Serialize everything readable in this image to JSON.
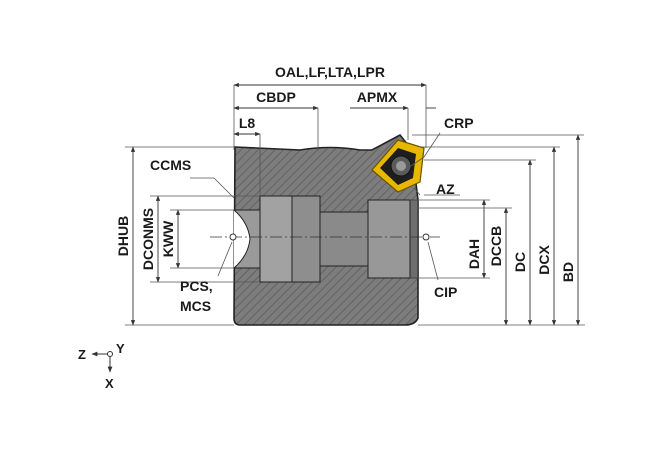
{
  "labels": {
    "oal": "OAL,LF,LTA,LPR",
    "cbdp": "CBDP",
    "apmx": "APMX",
    "l8": "L8",
    "crp": "CRP",
    "ccms": "CCMS",
    "az": "AZ",
    "dhub": "DHUB",
    "dconms": "DCONMS",
    "kww": "KWW",
    "dah": "DAH",
    "dccb": "DCCB",
    "dc": "DC",
    "dcx": "DCX",
    "bd": "BD",
    "pcs": "PCS,",
    "mcs": "MCS",
    "cip": "CIP",
    "axis_z": "Z",
    "axis_y": "Y",
    "axis_x": "X"
  },
  "colors": {
    "body": "#7d7d7d",
    "hatch": "#5f5f5f",
    "bore": "#9a9a9a",
    "insert": "#e8b800",
    "insert_face": "#1e1e1e",
    "line": "#333333"
  }
}
